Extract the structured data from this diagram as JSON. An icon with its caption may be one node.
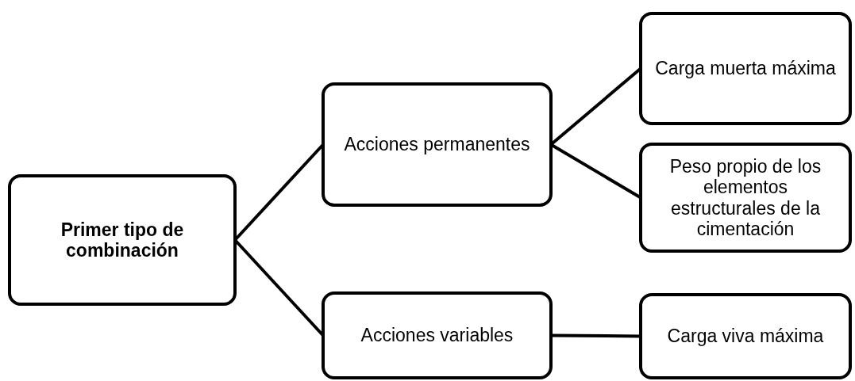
{
  "diagram": {
    "nodes": [
      {
        "text": [
          "Primer tipo de combinación"
        ]
      },
      {
        "text": [
          "Acciones permanentes"
        ]
      },
      {
        "text": [
          "Acciones variables"
        ]
      },
      {
        "text": [
          "Carga muerta máxima"
        ]
      },
      {
        "text": [
          "Peso propio de los elementos estructurales de la cimentación"
        ]
      },
      {
        "text": [
          "Carga viva máxima"
        ]
      }
    ],
    "edges": [
      {
        "from": 0,
        "to": 1,
        "arrow": "none"
      },
      {
        "from": 0,
        "to": 2,
        "arrow": "none"
      },
      {
        "from": 1,
        "to": 3,
        "arrow": "none"
      },
      {
        "from": 1,
        "to": 4,
        "arrow": "none"
      },
      {
        "from": 2,
        "to": 5,
        "arrow": "none"
      }
    ]
  }
}
